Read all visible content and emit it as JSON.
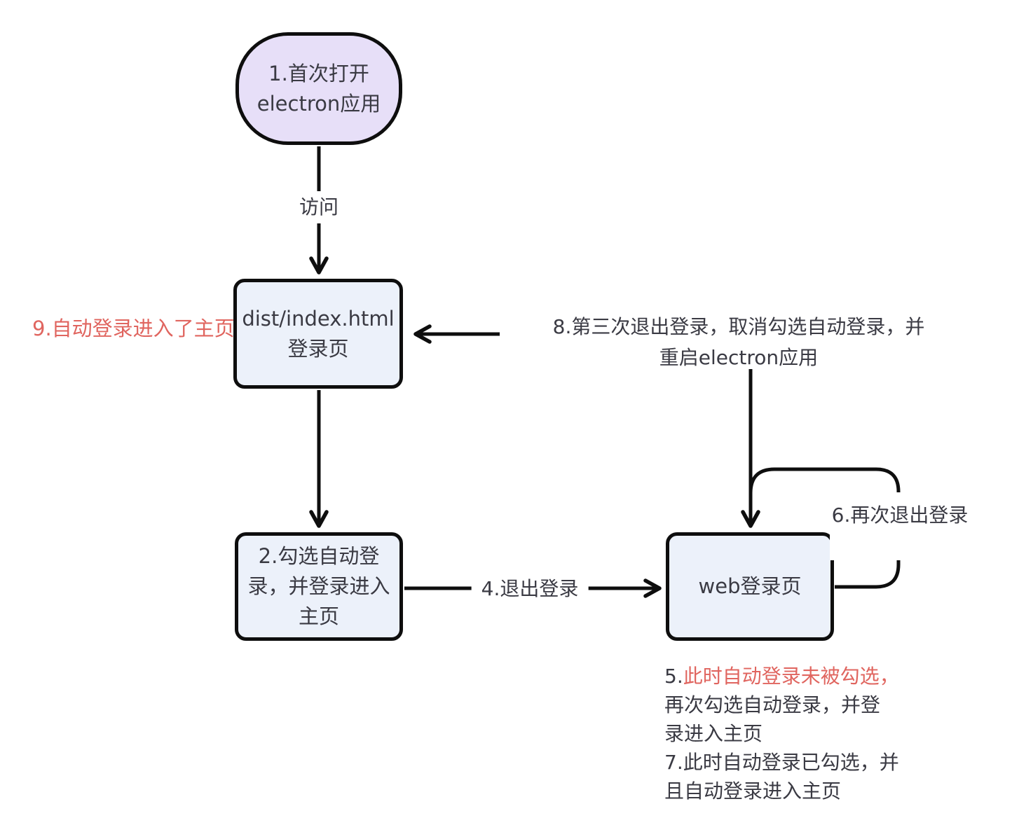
{
  "diagram": {
    "nodes": {
      "start": {
        "lines": [
          "1.首次打开",
          "electron应用"
        ]
      },
      "dist_login": {
        "lines": [
          "dist/index.html",
          "登录页"
        ]
      },
      "check_auto_login": {
        "lines": [
          "2.勾选自动登",
          "录，并登录进入",
          "主页"
        ]
      },
      "web_login": {
        "lines": [
          "web登录页"
        ]
      }
    },
    "edge_labels": {
      "visit": "访问",
      "logout": "4.退出登录",
      "logout_again": "6.再次退出登录"
    },
    "annotations": {
      "auto_login_home": "9.自动登录进入了主页",
      "third_logout": {
        "lines": [
          "8.第三次退出登录，取消勾选自动登录，并",
          "重启electron应用"
        ]
      },
      "note_5_7": {
        "line1_prefix": "5.",
        "line1_red": "此时自动登录未被勾选，",
        "line2": "再次勾选自动登录，并登",
        "line3": "录进入主页",
        "line4": "7.此时自动登录已勾选，并",
        "line5": "且自动登录进入主页"
      }
    },
    "colors": {
      "stroke": "#0e0e0e",
      "node_text": "#3a3a43",
      "red": "#e0655f",
      "stadium_fill": "#e7dff8",
      "rect_fill": "#ecf1fa",
      "background": "#ffffff"
    }
  }
}
